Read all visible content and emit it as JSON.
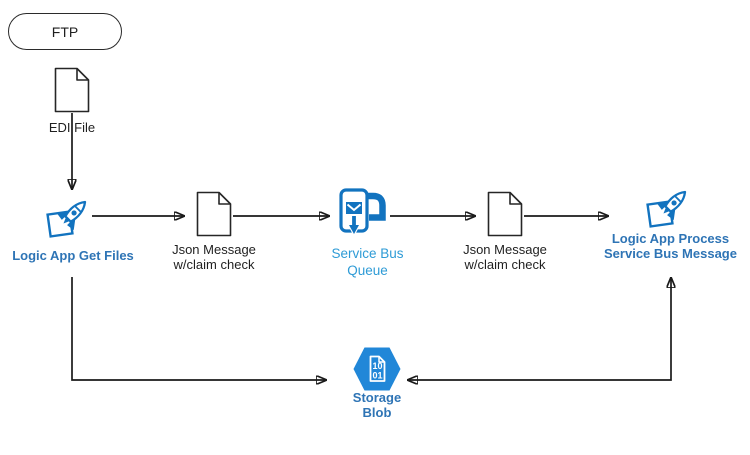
{
  "diagram": {
    "type": "flow-diagram",
    "subject": "Logic Apps claim-check pattern with Service Bus and Blob Storage",
    "nodes": {
      "ftp": {
        "shape": "stadium",
        "label": "FTP"
      },
      "edi_file": {
        "icon": "document-icon",
        "label": "EDI File"
      },
      "logic_app_get_files": {
        "icon": "logic-app-rocket-icon",
        "label": "Logic App Get Files"
      },
      "json_message_in": {
        "icon": "document-icon",
        "label_line1": "Json Message",
        "label_line2": "w/claim check"
      },
      "service_bus_queue": {
        "icon": "service-bus-queue-icon",
        "label_line1": "Service Bus",
        "label_line2": "Queue"
      },
      "json_message_out": {
        "icon": "document-icon",
        "label_line1": "Json Message",
        "label_line2": "w/claim check"
      },
      "logic_app_process": {
        "icon": "logic-app-rocket-icon",
        "label_line1": "Logic App Process",
        "label_line2": "Service Bus Message"
      },
      "storage_blob": {
        "icon": "storage-blob-icon",
        "label_line1": "Storage",
        "label_line2": "Blob",
        "blob_digits_top": "10",
        "blob_digits_bottom": "01"
      }
    },
    "edges": [
      {
        "from": "edi_file",
        "to": "logic_app_get_files",
        "direction": "down"
      },
      {
        "from": "logic_app_get_files",
        "to": "json_message_in",
        "direction": "right"
      },
      {
        "from": "json_message_in",
        "to": "service_bus_queue",
        "direction": "right"
      },
      {
        "from": "service_bus_queue",
        "to": "json_message_out",
        "direction": "right"
      },
      {
        "from": "json_message_out",
        "to": "logic_app_process",
        "direction": "right"
      },
      {
        "from": "logic_app_get_files",
        "to": "storage_blob",
        "direction": "down-right"
      },
      {
        "from": "logic_app_process",
        "to": "storage_blob",
        "direction": "both",
        "note": "double-headed L arrow"
      }
    ],
    "colors": {
      "icon_blue": "#1273BF",
      "label_bold_blue": "#2E74B5",
      "service_bus_label_blue": "#2E9BD6",
      "hexagon_blue": "#2187D8",
      "arrow_color": "#1A1A1A"
    }
  }
}
